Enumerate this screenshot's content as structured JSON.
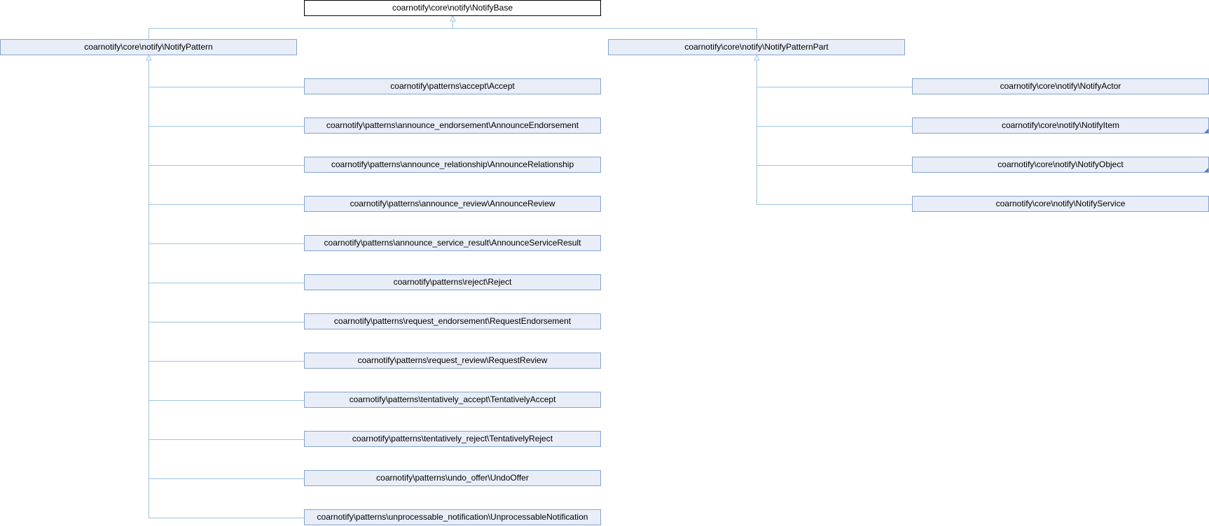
{
  "colors": {
    "node_fill": "#e8edf7",
    "node_border": "#84a4cf",
    "root_fill": "#ffffff",
    "root_border": "#000000",
    "edge": "#9cc3e6",
    "arrow_head": "#9cc3e6"
  },
  "diagram": {
    "root": {
      "label": "coarnotify\\core\\notify\\NotifyBase"
    },
    "branches": [
      {
        "label": "coarnotify\\core\\notify\\NotifyPattern",
        "children": [
          {
            "label": "coarnotify\\patterns\\accept\\Accept"
          },
          {
            "label": "coarnotify\\patterns\\announce_endorsement\\AnnounceEndorsement"
          },
          {
            "label": "coarnotify\\patterns\\announce_relationship\\AnnounceRelationship"
          },
          {
            "label": "coarnotify\\patterns\\announce_review\\AnnounceReview"
          },
          {
            "label": "coarnotify\\patterns\\announce_service_result\\AnnounceServiceResult"
          },
          {
            "label": "coarnotify\\patterns\\reject\\Reject"
          },
          {
            "label": "coarnotify\\patterns\\request_endorsement\\RequestEndorsement"
          },
          {
            "label": "coarnotify\\patterns\\request_review\\RequestReview"
          },
          {
            "label": "coarnotify\\patterns\\tentatively_accept\\TentativelyAccept"
          },
          {
            "label": "coarnotify\\patterns\\tentatively_reject\\TentativelyReject"
          },
          {
            "label": "coarnotify\\patterns\\undo_offer\\UndoOffer"
          },
          {
            "label": "coarnotify\\patterns\\unprocessable_notification\\UnprocessableNotification"
          }
        ]
      },
      {
        "label": "coarnotify\\core\\notify\\NotifyPatternPart",
        "children": [
          {
            "label": "coarnotify\\core\\notify\\NotifyActor",
            "has_subclasses": false
          },
          {
            "label": "coarnotify\\core\\notify\\NotifyItem",
            "has_subclasses": true
          },
          {
            "label": "coarnotify\\core\\notify\\NotifyObject",
            "has_subclasses": true
          },
          {
            "label": "coarnotify\\core\\notify\\NotifyService",
            "has_subclasses": false
          }
        ]
      }
    ]
  }
}
